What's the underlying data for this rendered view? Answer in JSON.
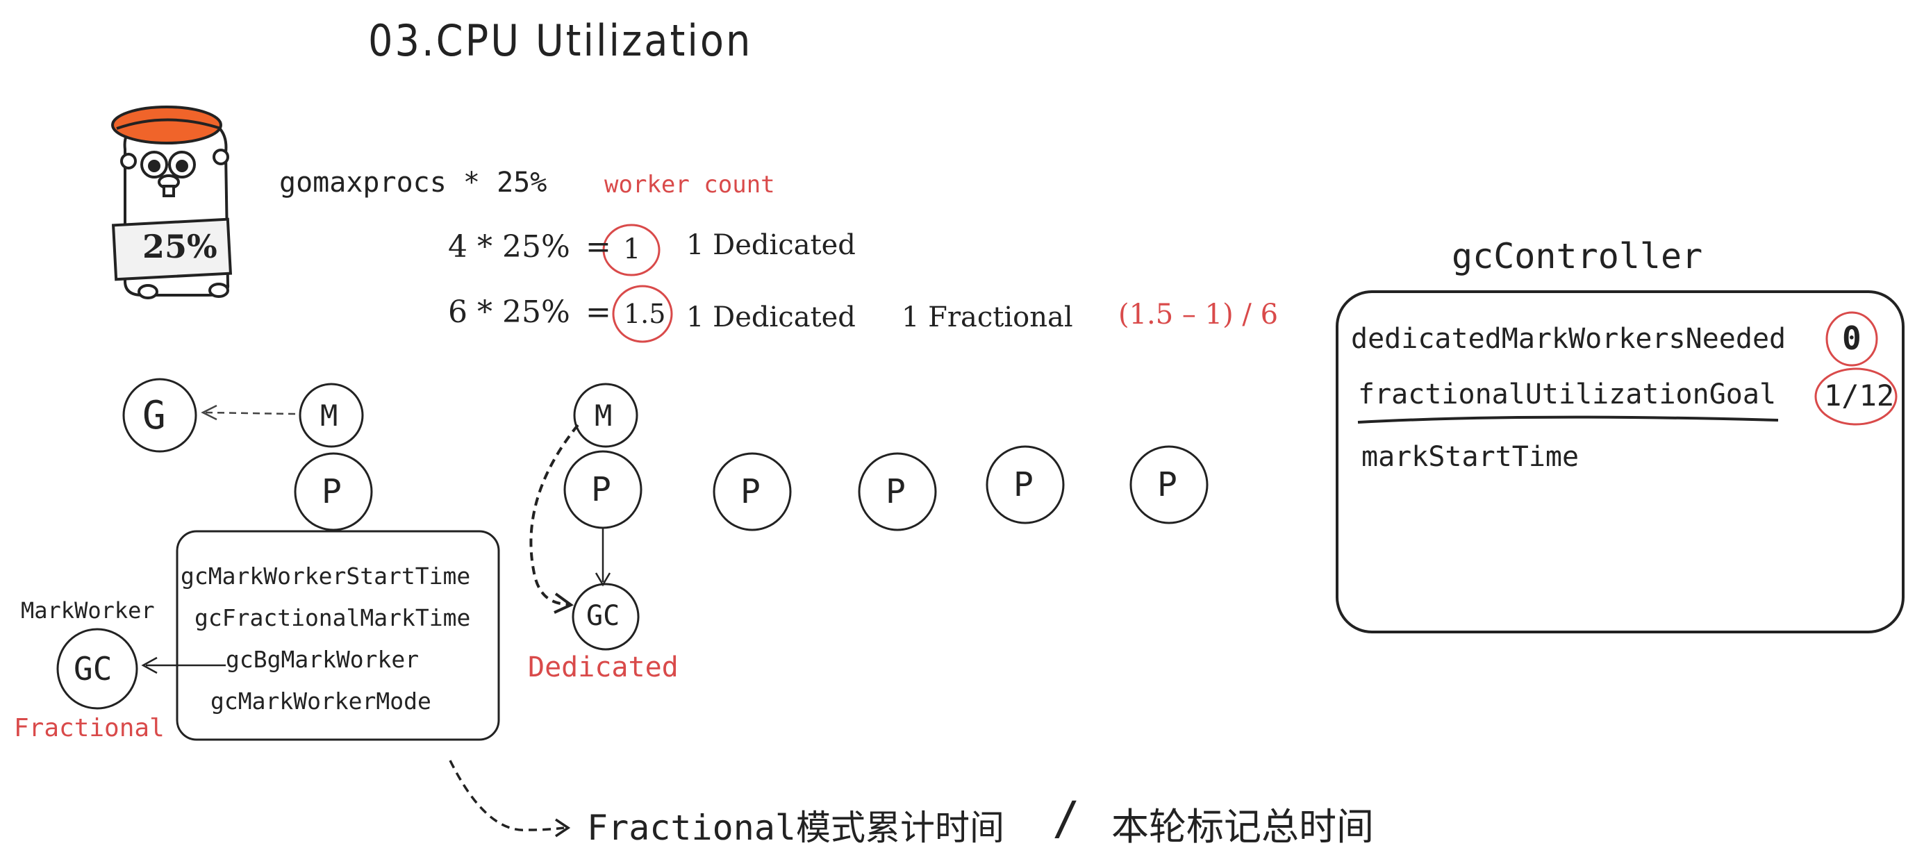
{
  "title": "03.CPU Utilization",
  "gopher": {
    "badge": "25%"
  },
  "formula": {
    "base": "gomaxprocs * 25%",
    "worker_count": "worker count",
    "row1": {
      "expr": "4 * 25%",
      "eq": "=",
      "result": "1",
      "desc": "1 Dedicated"
    },
    "row2": {
      "expr": "6 * 25%",
      "eq": "=",
      "result": "1.5",
      "desc1": "1 Dedicated",
      "desc2": "1 Fractional",
      "calc": "(1.5 – 1) / 6"
    }
  },
  "controller": {
    "title": "gcController",
    "field1": "dedicatedMarkWorkersNeeded",
    "value1": "0",
    "field2": "fractionalUtilizationGoal",
    "value2": "1/12",
    "field3": "markStartTime"
  },
  "nodes": {
    "g": "G",
    "m1": "M",
    "p1": "P",
    "m2": "M",
    "p2": "P",
    "p3": "P",
    "p4": "P",
    "p5": "P",
    "p6": "P",
    "gc_dedicated": "GC",
    "gc_fractional": "GC"
  },
  "p_box": {
    "f1": "gcMarkWorkerStartTime",
    "f2": "gcFractionalMarkTime",
    "f3": "gcBgMarkWorker",
    "f4": "gcMarkWorkerMode"
  },
  "labels": {
    "mark_worker": "MarkWorker",
    "fractional": "Fractional",
    "dedicated": "Dedicated"
  },
  "bottom": {
    "left": "Fractional模式累计时间",
    "slash": "/",
    "right": "本轮标记总时间"
  },
  "colors": {
    "accent_red": "#d94a4a",
    "hat_orange": "#f0642a",
    "ink": "#222222"
  }
}
